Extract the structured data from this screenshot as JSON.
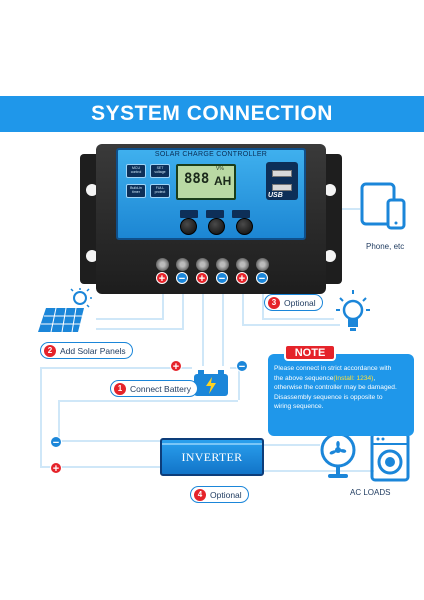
{
  "banner": {
    "title": "SYSTEM CONNECTION"
  },
  "controller": {
    "face_title": "SOLAR CHARGE CONTROLLER",
    "button_mcu": "MCU control",
    "button_set": "SET voltage",
    "button_timer": "Build-in timer",
    "button_protect": "FULL protect",
    "lcd_digits": "888",
    "lcd_unit": "AH",
    "lcd_small": "V%",
    "usb_label": "USB"
  },
  "labels": {
    "phone": "Phone, etc",
    "ac_loads": "AC LOADS",
    "inverter": "INVERTER"
  },
  "steps": [
    {
      "number": "1",
      "text": "Connect Battery"
    },
    {
      "number": "2",
      "text": "Add Solar Panels"
    },
    {
      "number": "3",
      "text": "Optional"
    },
    {
      "number": "4",
      "text": "Optional"
    }
  ],
  "note": {
    "title": "NOTE",
    "line1": "Please connect in strict accordance with",
    "line2_pre": "the above sequence",
    "line2_hl": "(Install: 1234)",
    "line2_post": ",",
    "line3": "otherwise the controller may be damaged.",
    "line4": "Disassembly sequence is opposite to",
    "line5": "wiring sequence."
  },
  "terminals": [
    "+",
    "−",
    "+",
    "−",
    "+",
    "−"
  ],
  "battery_poles": [
    "+",
    "−"
  ],
  "inverter_poles": [
    "−",
    "+"
  ],
  "colors": {
    "banner": "#1f97ea",
    "positive": "#e5232a",
    "negative": "#1b86d9",
    "wire": "#cfe7f8",
    "icon_blue": "#1b86d9"
  }
}
